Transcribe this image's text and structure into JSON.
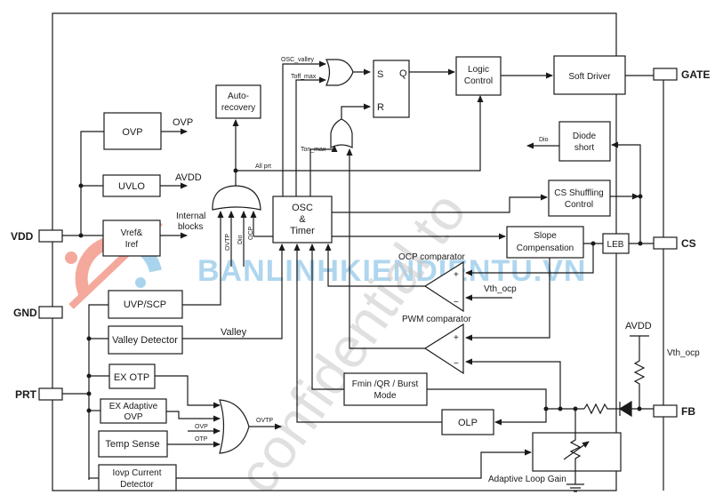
{
  "pins": {
    "vdd": "VDD",
    "gnd": "GND",
    "prt": "PRT",
    "gate": "GATE",
    "cs": "CS",
    "fb": "FB"
  },
  "blocks": {
    "ovp": "OVP",
    "uvlo": "UVLO",
    "vref_line1": "Vref&",
    "vref_line2": "Iref",
    "auto_line1": "Auto-",
    "auto_line2": "recovery",
    "osc_line1": "OSC",
    "osc_line2": "&",
    "osc_line3": "Timer",
    "logic_line1": "Logic",
    "logic_line2": "Control",
    "soft_driver": "Soft Driver",
    "diode_line1": "Diode",
    "diode_line2": "short",
    "csshuf_line1": "CS Shuffling",
    "csshuf_line2": "Control",
    "slope_line1": "Slope",
    "slope_line2": "Compensation",
    "leb": "LEB",
    "uvpscp": "UVP/SCP",
    "valley_det": "Valley Detector",
    "exotp": "EX OTP",
    "exovp_line1": "EX Adaptive",
    "exovp_line2": "OVP",
    "temp": "Temp Sense",
    "iovp_line1": "Iovp Current",
    "iovp_line2": "Detector",
    "fmin_line1": "Fmin /QR / Burst",
    "fmin_line2": "Mode",
    "olp": "OLP",
    "alg": "Adaptive Loop Gain"
  },
  "flipflop": {
    "s": "S",
    "q": "Q",
    "r": "R"
  },
  "signals": {
    "ovp_out": "OVP",
    "avdd_out": "AVDD",
    "internal_line1": "Internal",
    "internal_line2": "blocks",
    "all_prt": "All prt",
    "osc_valley": "OSC_valley",
    "toff_max": "Toff_max",
    "ton_max": "Ton_max",
    "ovtp_in": "OVTP",
    "dio_in": "Dio",
    "ocp_in": "OCP",
    "dio_out": "Dio",
    "valley": "Valley",
    "ovtp_out": "OVTP",
    "ovp_in": "OVP",
    "otp_in": "OTP",
    "vth_ocp": "Vth_ocp",
    "vth_ocp_right": "Vth_ocp",
    "avdd_fb": "AVDD"
  },
  "comparators": {
    "ocp": "OCP  comparator",
    "pwm": "PWM comparator",
    "plus": "+",
    "minus": "−"
  },
  "watermarks": {
    "brand": "BANLINHKIENDIENTU.VN",
    "confidential": "confidential to"
  }
}
